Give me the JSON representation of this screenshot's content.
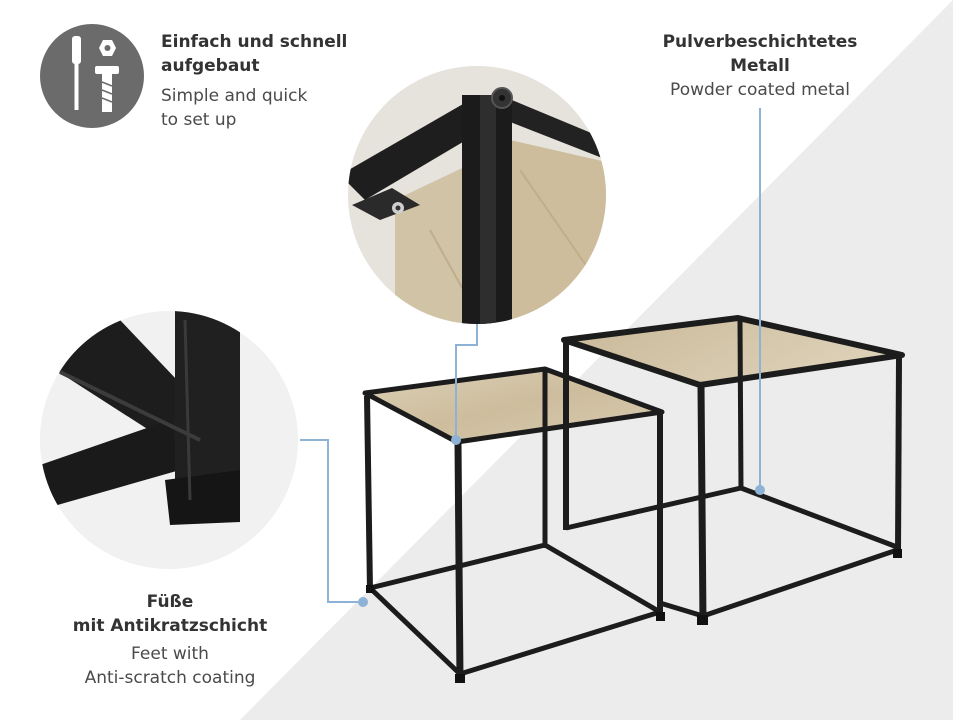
{
  "features": {
    "setup": {
      "de": [
        "Einfach und schnell",
        "aufgebaut"
      ],
      "en": [
        "Simple and quick",
        "to set up"
      ],
      "icon": "tools-icon"
    },
    "metal": {
      "de": [
        "Pulverbeschichtetes",
        "Metall"
      ],
      "en": [
        "Powder coated metal"
      ]
    },
    "feet": {
      "de": [
        "Füße",
        "mit Antikratzschicht"
      ],
      "en": [
        "Feet with",
        "Anti-scratch coating"
      ]
    }
  },
  "colors": {
    "background": "#ffffff",
    "diagonal_band": "#ececec",
    "callout_line": "#8db2d6",
    "metal_frame": "#1c1c1c",
    "wood_top": "#d3c4a6",
    "icon_circle": "#6b6b6b"
  }
}
